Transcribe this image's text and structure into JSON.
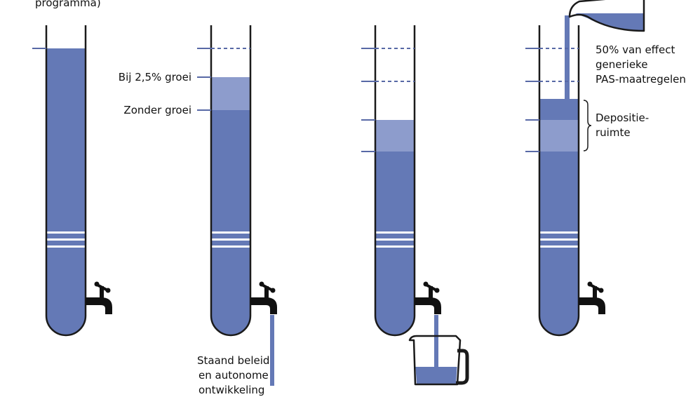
{
  "colors": {
    "water": "#6479b6",
    "water_light": "#8d9ccc",
    "outline": "#1a1a1a",
    "tick": "#5869a6",
    "tap": "#111111",
    "text": "#111111"
  },
  "labels": {
    "top_clipped": "programma)",
    "tube2_growth": "Bij 2,5% groei",
    "tube2_no_growth": "Zonder groei",
    "tube2_bottom": [
      "Staand beleid",
      "en autonome",
      "ontwikkeling"
    ],
    "tube4_effect": [
      "50% van effect",
      "generieke",
      "PAS-maatregelen"
    ],
    "tube4_space": [
      "Depositie-",
      "ruimte"
    ]
  },
  "icons": [
    "tap-icon",
    "jug-icon",
    "pitcher-icon",
    "brace-icon"
  ]
}
